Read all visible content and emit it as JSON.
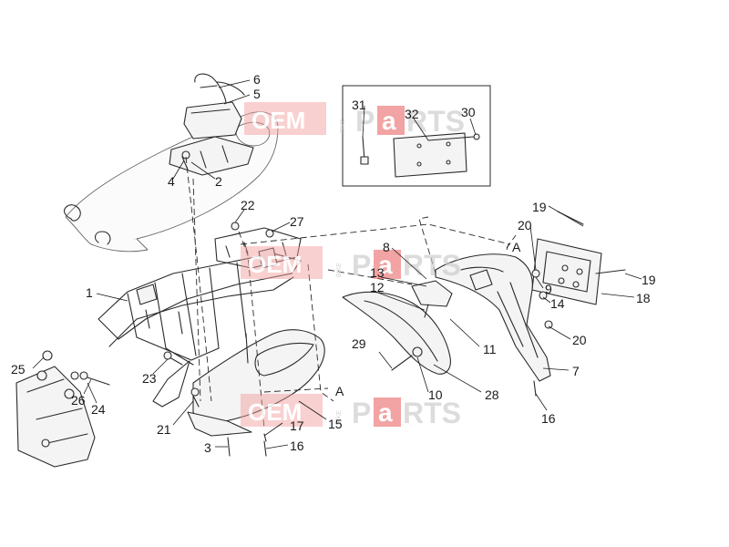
{
  "watermark": {
    "brand_left": "OEM",
    "brand_vertical": "BIKE",
    "brand_highlight": "a",
    "brand_p": "P",
    "brand_right": "RTS",
    "accent_color": "#e23b3b",
    "gray_color": "#c9c9c9"
  },
  "callouts": {
    "c1": "1",
    "c2": "2",
    "c3": "3",
    "c4": "4",
    "c5": "5",
    "c6": "6",
    "c7": "7",
    "c8": "8",
    "c9": "9",
    "c10": "10",
    "c11": "11",
    "c12": "12",
    "c13": "13",
    "c14": "14",
    "c15": "15",
    "c16a": "16",
    "c16b": "16",
    "c17": "17",
    "c18": "18",
    "c19a": "19",
    "c19b": "19",
    "c20a": "20",
    "c20b": "20",
    "c21": "21",
    "c22": "22",
    "c23": "23",
    "c24": "24",
    "c25": "25",
    "c26": "26",
    "c27": "27",
    "c28": "28",
    "c29": "29",
    "c30": "30",
    "c31": "31",
    "c32": "32",
    "refA1": "A",
    "refA2": "A"
  }
}
